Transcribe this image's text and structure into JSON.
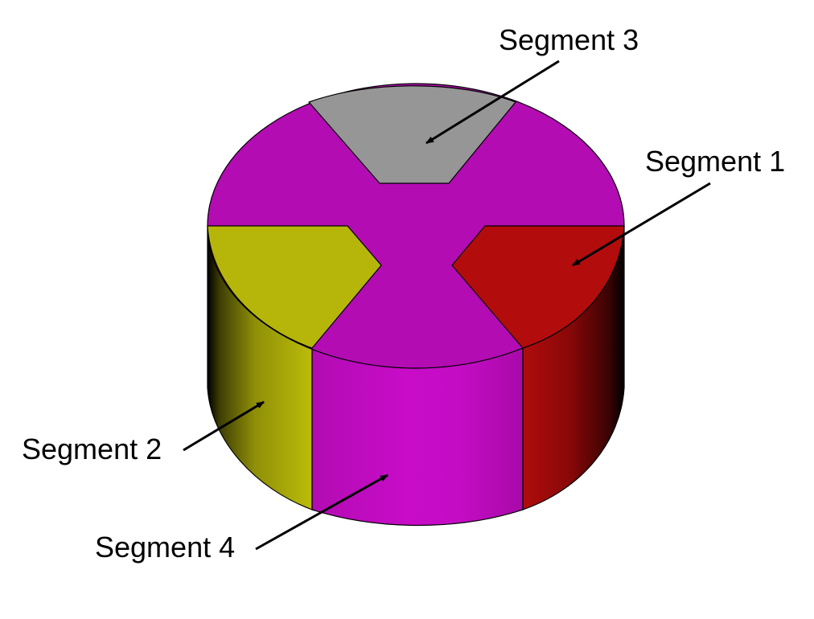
{
  "colors": {
    "hub": "#b20cb2",
    "segment_1": "#b30c0c",
    "segment_2": "#b6b60a",
    "segment_3": "#969696",
    "segment_4": "#c40cc4",
    "outline": "#000000",
    "background": "#ffffff"
  },
  "labels": {
    "segment_1": "Segment 1",
    "segment_2": "Segment 2",
    "segment_3": "Segment 3",
    "segment_4": "Segment 4"
  }
}
